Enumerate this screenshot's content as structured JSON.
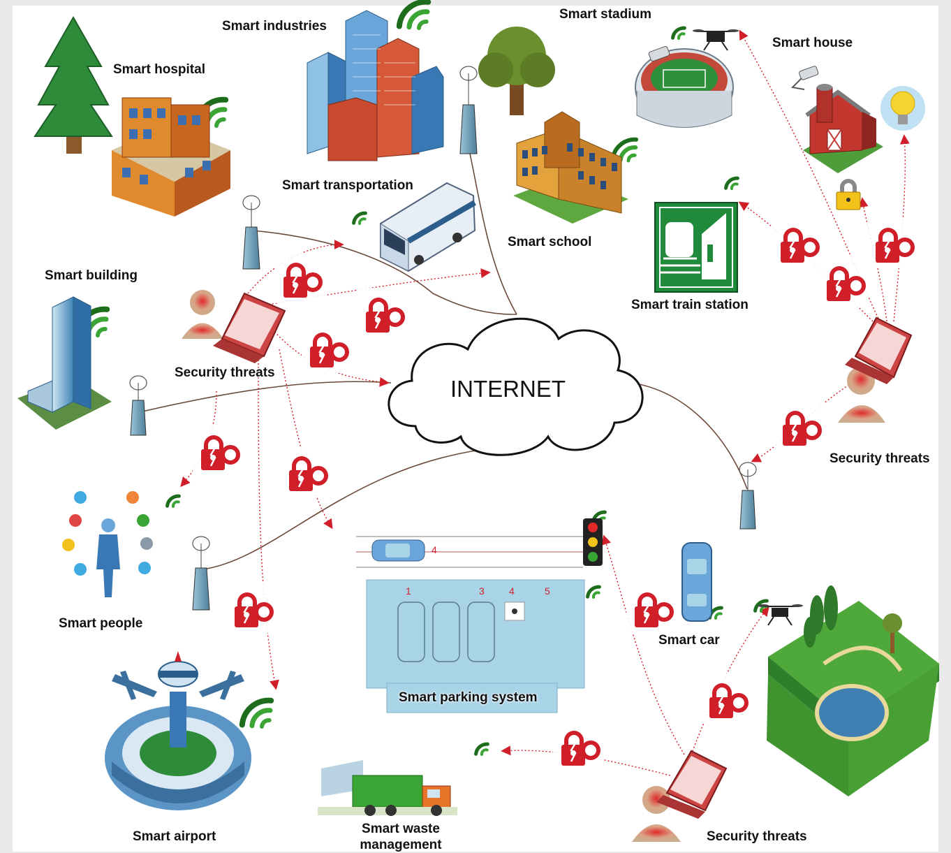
{
  "cloud": {
    "label": "INTERNET"
  },
  "labels": {
    "smart_hospital": "Smart hospital",
    "smart_industries": "Smart industries",
    "smart_stadium": "Smart stadium",
    "smart_house": "Smart house",
    "smart_transportation": "Smart transportation",
    "smart_school": "Smart school",
    "smart_building": "Smart building",
    "smart_train_station": "Smart train station",
    "smart_people": "Smart people",
    "smart_car": "Smart car",
    "smart_parking_system": "Smart parking system",
    "smart_airport": "Smart airport",
    "smart_waste_line1": "Smart waste",
    "smart_waste_line2": "management"
  },
  "threats": {
    "left": "Security threats",
    "right": "Security threats",
    "bottom": "Security threats"
  },
  "parking": {
    "road_lane_number": "4",
    "slot_numbers": [
      "1",
      "3",
      "4",
      "5"
    ]
  },
  "colors": {
    "background": "#e9e9ea",
    "threat_red": "#d11f2a",
    "wifi_green": "#3aa535",
    "link_brown": "#6b4a3a",
    "parking_blue": "#a9d3e6"
  }
}
